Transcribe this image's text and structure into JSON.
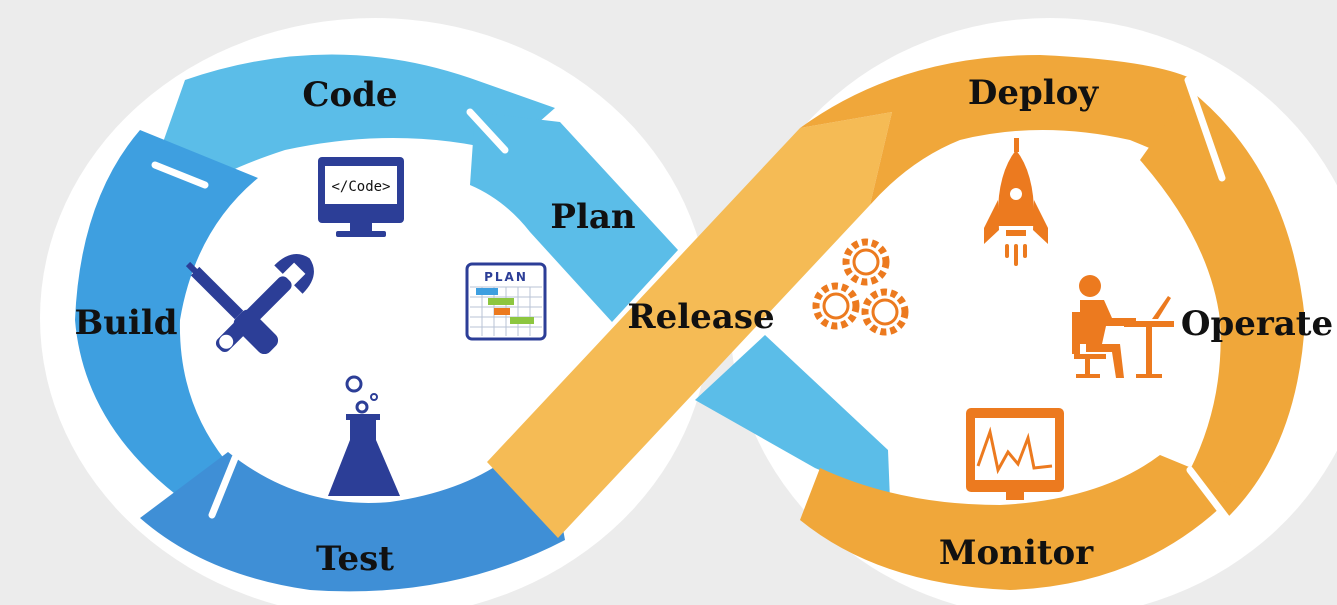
{
  "stages": {
    "plan": "Plan",
    "code": "Code",
    "build": "Build",
    "test": "Test",
    "release": "Release",
    "deploy": "Deploy",
    "operate": "Operate",
    "monitor": "Monitor"
  },
  "icons": {
    "monitor_code_text": "</Code>",
    "plan_sheet_title": "PLAN"
  },
  "colors": {
    "background": "#ececec",
    "blue_light": "#5bbde8",
    "blue_mid": "#3e9fe0",
    "blue_dark": "#3f8fd6",
    "orange": "#f0a73a",
    "orange_light": "#f5bb55",
    "icon_navy": "#2c3e97",
    "icon_orange": "#ec7a1f"
  }
}
